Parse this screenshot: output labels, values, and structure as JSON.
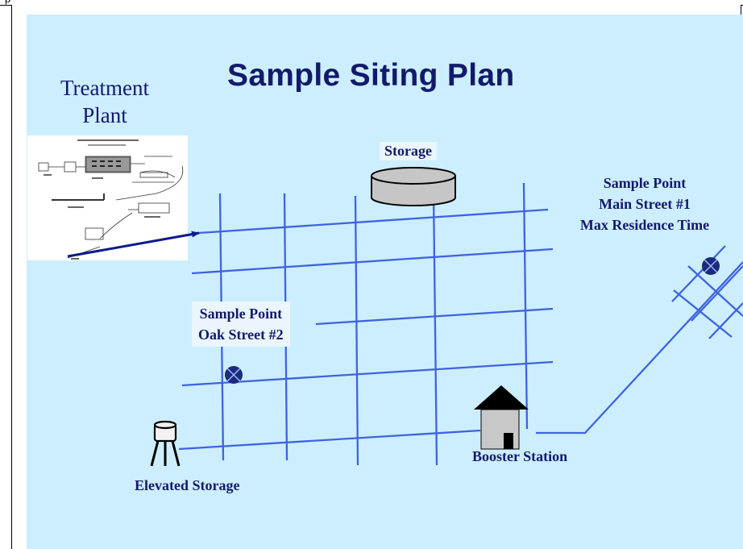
{
  "title": "Sample Siting Plan",
  "treatment_plant": {
    "line1": "Treatment",
    "line2": "Plant"
  },
  "labels": {
    "storage": "Storage",
    "main_street": {
      "line1": "Sample Point",
      "line2": "Main Street #1",
      "line3": "Max Residence Time"
    },
    "oak_street": {
      "line1": "Sample Point",
      "line2": "Oak Street #2"
    },
    "elevated_storage": "Elevated Storage",
    "booster_station": "Booster Station"
  },
  "colors": {
    "panel_background": "#cdeefe",
    "title": "#131a6b",
    "pipe": "#3f63e0",
    "marker": "#1b2a7a",
    "house_roof": "#000000",
    "house_wall": "#c8c8c8"
  }
}
